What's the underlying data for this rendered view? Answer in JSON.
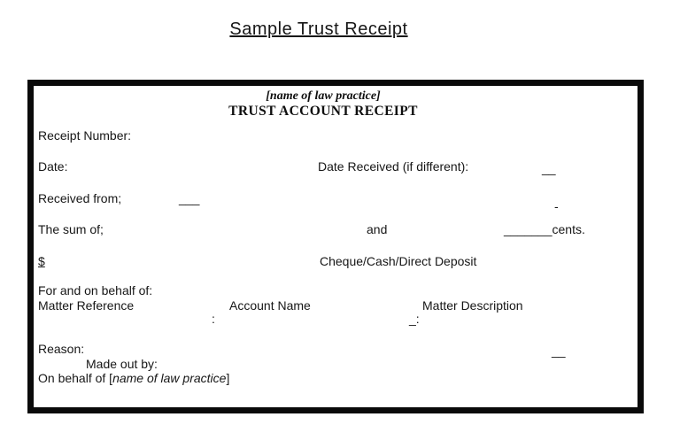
{
  "page": {
    "title": "Sample Trust Receipt"
  },
  "receipt": {
    "header": {
      "practice_name_placeholder": "[name of law practice]",
      "form_title": "TRUST ACCOUNT RECEIPT"
    },
    "fields": {
      "receipt_number_label": "Receipt Number:",
      "date_label": "Date:",
      "date_received_label": "Date Received (if different):",
      "date_received_blank": "__",
      "received_from_label": "Received from;",
      "received_from_blank": "___",
      "received_from_dash": "-",
      "sum_label": "The sum of;",
      "and_label": "and",
      "cents_blank_and_label": "_______cents.",
      "dollar_sign": "$",
      "payment_method_label": "Cheque/Cash/Direct Deposit",
      "for_and_on_behalf_label": "For and on behalf of:",
      "matter_reference_label": "Matter Reference",
      "account_name_label": "Account Name",
      "matter_description_label": "Matter Description",
      "account_name_colon": ":",
      "matter_description_colon": "_:",
      "reason_label": "Reason:",
      "reason_blank": "__",
      "made_out_by_label": "Made out by:",
      "on_behalf_prefix": "On behalf of [",
      "on_behalf_practice_name": "name of law practice",
      "on_behalf_suffix": "]"
    }
  },
  "colors": {
    "text": "#161616",
    "border": "#0a0a0a",
    "background": "#ffffff"
  }
}
